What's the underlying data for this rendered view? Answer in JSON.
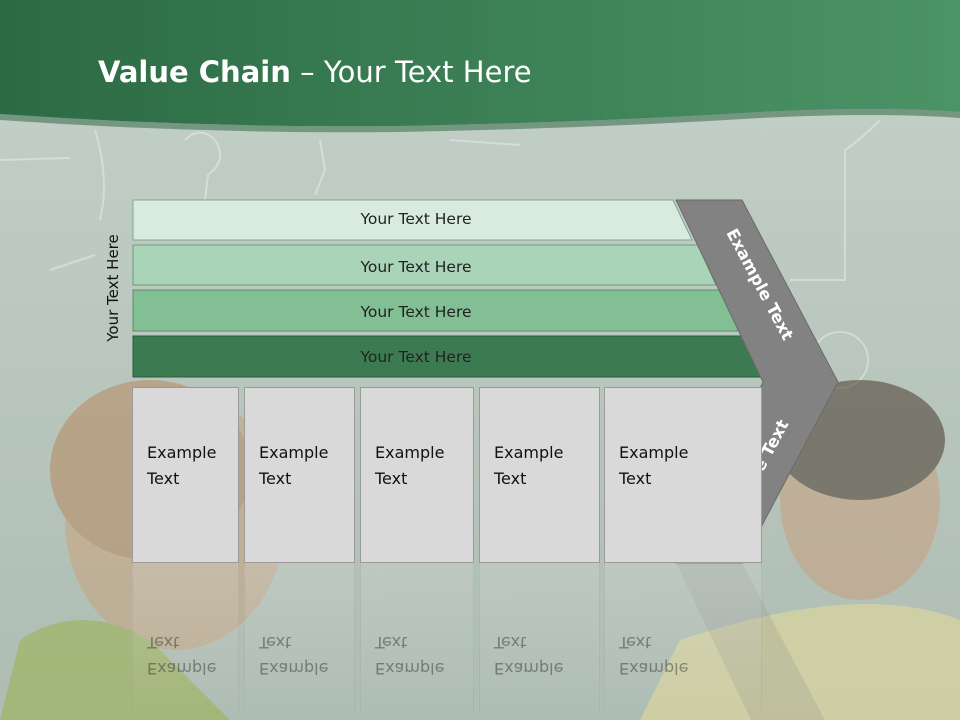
{
  "title": {
    "bold": "Value Chain",
    "separator": " – ",
    "rest": "Your Text Here"
  },
  "side_label": "Your Text Here",
  "bars": [
    {
      "label": "Your Text Here",
      "color": "#d8ebde"
    },
    {
      "label": "Your Text Here",
      "color": "#a9d4b7"
    },
    {
      "label": "Your Text Here",
      "color": "#82bf94"
    },
    {
      "label": "Your Text Here",
      "color": "#3c7a51"
    }
  ],
  "boxes": [
    {
      "label": "Example\nText"
    },
    {
      "label": "Example\nText"
    },
    {
      "label": "Example\nText"
    },
    {
      "label": "Example\nText"
    },
    {
      "label": "Example\nText"
    }
  ],
  "arrow": {
    "upper_label": "Example Text",
    "lower_label": "Example Text",
    "color": "#828282"
  },
  "colors": {
    "header": "#2f6e48",
    "header_light": "#4a9464",
    "background": "#b7c6bd"
  }
}
